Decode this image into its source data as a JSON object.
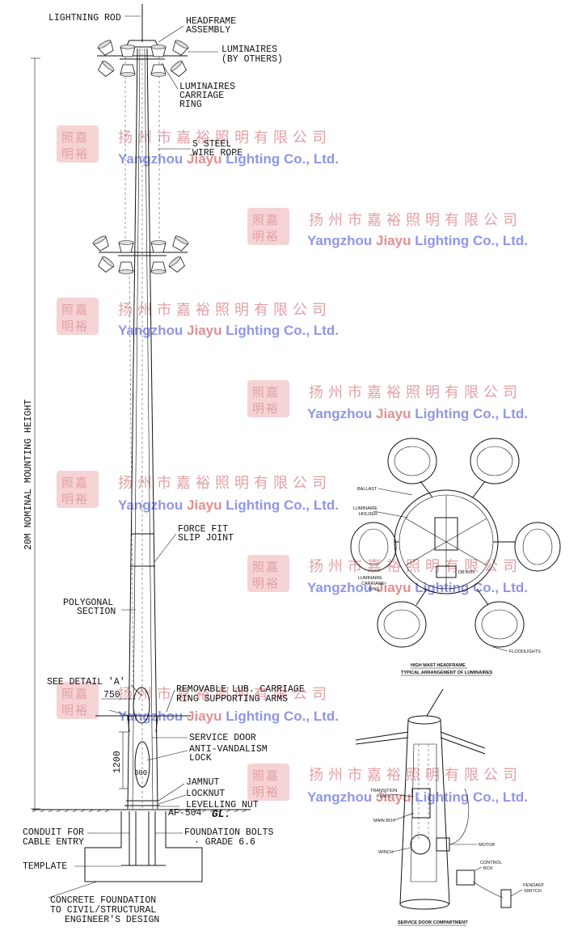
{
  "labels": {
    "lightning_rod": "LIGHTNING ROD",
    "headframe_1": "HEADFRAME",
    "headframe_2": "ASSEMBLY",
    "luminaires_1": "LUMINAIRES",
    "luminaires_2": "(BY OTHERS)",
    "carriage_1": "LUMINAIRES",
    "carriage_2": "CARRIAGE",
    "carriage_3": "RING",
    "steel_1": "S STEEL",
    "steel_2": "WIRE ROPE",
    "height": "20M NOMINAL MOUNTING HEIGHT",
    "slip_1": "FORCE FIT",
    "slip_2": "SLIP JOINT",
    "poly_1": "POLYGONAL",
    "poly_2": "SECTION",
    "detail": "SEE DETAIL 'A'",
    "dim_750": "750",
    "removable_1": "REMOVABLE LUB. CARRIAGE",
    "removable_2": "RING SUPPORTING ARMS",
    "service_door": "SERVICE DOOR",
    "anti_1": "ANTI-VANDALISM",
    "anti_2": "LOCK",
    "dim_1200": "1200",
    "dim_300": "300",
    "jamnut": "JAMNUT",
    "locknut": "LOCKNUT",
    "levelling": "LEVELLING NUT",
    "af": "AF-504",
    "gl": "GL.",
    "conduit_1": "CONDUIT FOR",
    "conduit_2": "CABLE ENTRY",
    "bolts_1": "FOUNDATION BOLTS",
    "bolts_2": "· GRADE 6.6",
    "template": "TEMPLATE",
    "concrete_1": "CONCRETE FOUNDATION",
    "concrete_2": "TO CIVIL/STRUCTURAL",
    "concrete_3": "ENGINEER'S DESIGN"
  },
  "headframe": {
    "ballast": "BALLAST",
    "holder_1": "LUMINAIRE",
    "holder_2": "HOLDER",
    "ring_1": "LUMINAIRE",
    "ring_2": "CARRIAGE",
    "ring_3": "RING",
    "db_box": "DB BOX",
    "floodlights": "FLOODLIGHTS",
    "caption_1": "HIGH MAST HEADFRAME",
    "caption_2": "TYPICAL ARRANGEMENT OF LUMINAIRES"
  },
  "service": {
    "transition_1": "TRANSITION",
    "transition_2": "PLATE",
    "main_box": "MAIN BOX",
    "winch": "WINCH",
    "motor": "MOTOR",
    "control_1": "CONTROL",
    "control_2": "BOX",
    "pendant_1": "PENDANT",
    "pendant_2": "SWITCH",
    "caption": "SERVICE DOOR COMPARTMENT"
  },
  "watermark": {
    "cn": "扬州市嘉裕照明有限公司",
    "en_1": "Yangzhou",
    "en_2": "Jiayu",
    "en_3": "Lighting Co., Ltd.",
    "seal_1": "照嘉",
    "seal_2": "明裕"
  },
  "colors": {
    "line": "#111111",
    "watermark_red": "#e4a0a4",
    "watermark_blue": "#8f96e8"
  }
}
